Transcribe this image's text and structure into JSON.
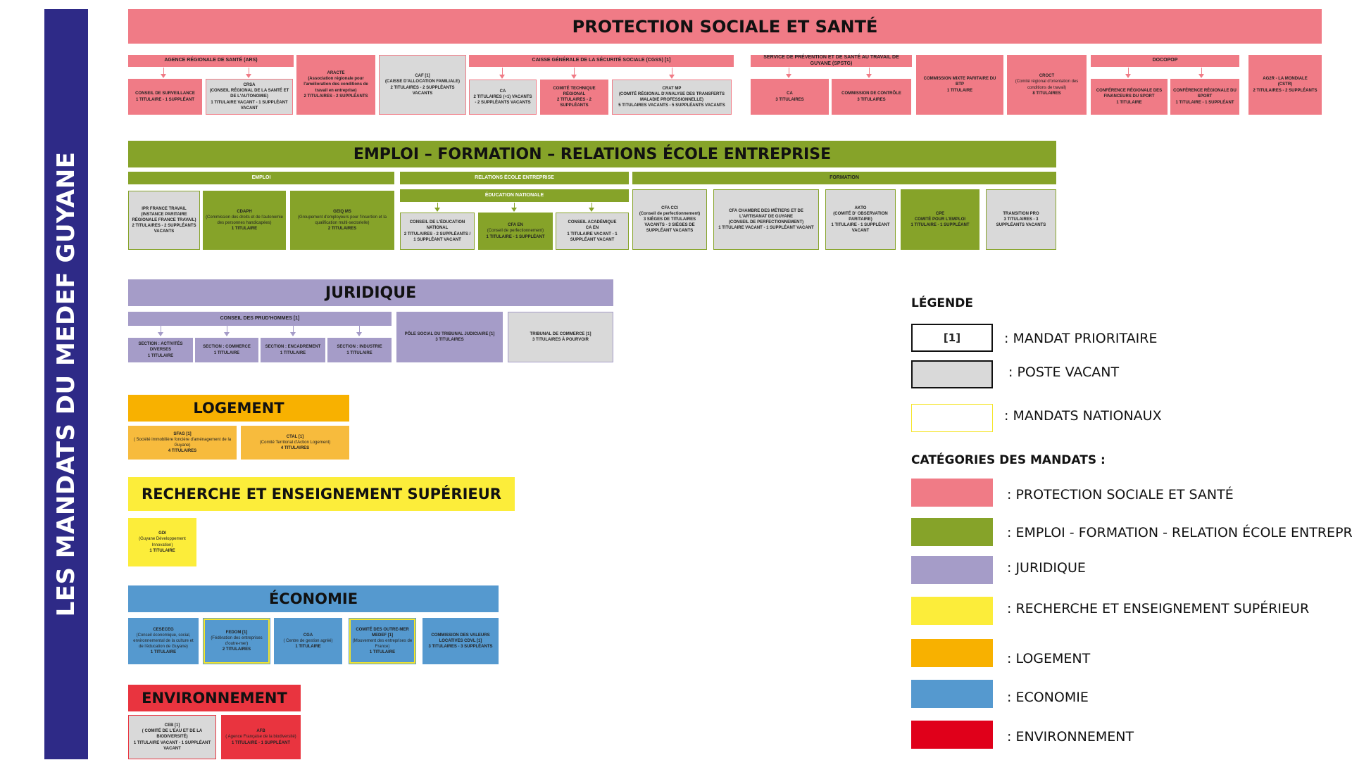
{
  "page_title": "LES MANDATS DU MEDEF GUYANE",
  "sections": {
    "protection": {
      "title": "PROTECTION SOCIALE ET SANTÉ",
      "groups": {
        "ars": "AGENCE RÉGIONALE DE SANTÉ (ARS)",
        "cgss": "CAISSE GÉNÉRALE DE LA SÉCURITÉ SOCIALE (CGSS) [1]",
        "spsti": "SERVICE DE PRÉVENTION ET DE SANTÉ AU TRAVAIL DE GUYANE (SPSTG)",
        "docopop": "DOCOPOP"
      },
      "boxes": {
        "cs": {
          "name": "CONSEIL DE SURVEILLANCE",
          "count": "1 TITULAIRE - 1 SUPPLÉANT"
        },
        "crsa": {
          "name": "CRSA",
          "desc": "(CONSEIL RÉGIONAL DE LA SANTÉ ET DE L'AUTONOMIE)",
          "count": "1 TITULAIRE VACANT - 1 SUPPLÉANT VACANT"
        },
        "aracte": {
          "name": "ARACTE",
          "desc": "(Association régionale pour l'amélioration des conditions de travail en entreprise)",
          "count": "2 TITULAIRES - 2 SUPPLÉANTS"
        },
        "caf": {
          "name": "CAF [1]",
          "desc": "(CAISSE D'ALLOCATION FAMILIALE)",
          "count": "2 TITULAIRES - 2 SUPPLÉANTS VACANTS"
        },
        "ca_cgss": {
          "name": "CA",
          "count": "2 TITULAIRES (+1) VACANTS - 2 SUPPLÉANTS VACANTS"
        },
        "ctr": {
          "name": "COMITÉ TECHNIQUE RÉGIONAL",
          "count": "2 TITULAIRES - 2 SUPPLÉANTS"
        },
        "cratmp": {
          "name": "CRAT MP",
          "desc": "(COMITÉ RÉGIONAL D'ANALYSE DES TRANSFERTS MALADIE PROFESSIONNELLE)",
          "count": "5 TITULAIRES VACANTS - 5 SUPPLÉANTS VACANTS"
        },
        "ca_spst": {
          "name": "CA",
          "count": "3 TITULAIRES"
        },
        "cc": {
          "name": "COMMISSION DE CONTRÔLE",
          "count": "3 TITULAIRES"
        },
        "cmp": {
          "name": "COMMISSION MIXTE PARITAIRE DU BTP",
          "count": "1 TITULAIRE"
        },
        "croct": {
          "name": "CROCT",
          "desc": "(Comité régional d'orientation des conditions de travail)",
          "count": "8 TITULAIRES"
        },
        "crfs": {
          "name": "CONFÉRENCE RÉGIONALE DES FINANCEURS DU SPORT",
          "count": "1 TITULAIRE"
        },
        "crds": {
          "name": "CONFÉRENCE RÉGIONALE DU SPORT",
          "count": "1 TITULAIRE - 1 SUPPLÉANT"
        },
        "agir": {
          "name": "AG2R - LA MONDIALE",
          "desc": "(CSTR)",
          "count": "2 TITULAIRES - 2 SUPPLÉANTS"
        }
      }
    },
    "emploi": {
      "title": "EMPLOI – FORMATION – RELATIONS ÉCOLE ENTREPRISE",
      "groups": {
        "emploi": "EMPLOI",
        "ree": "RELATIONS ÉCOLE ENTREPRISE",
        "formation": "FORMATION",
        "edu": "ÉDUCATION NATIONALE"
      },
      "boxes": {
        "ipr": {
          "name": "IPR FRANCE TRAVAIL",
          "desc": "(INSTANCE PARITAIRE RÉGIONALE FRANCE TRAVAIL)",
          "count": "2 TITULAIRES - 2 SUPPLÉANTS VACANTS"
        },
        "cdaph": {
          "name": "CDAPH",
          "desc": "(Commission des droits et de l'autonomie des personnes handicapées)",
          "count": "1 TITULAIRE"
        },
        "geiq": {
          "name": "GEIQ MS",
          "desc": "(Groupement d'employeurs pour l'insertion et la qualification multi-sectorielle)",
          "count": "2 TITULAIRES"
        },
        "cen": {
          "name": "CONSEIL DE L'ÉDUCATION NATIONAL",
          "count": "2 TITULAIRES - 2 SUPPLÉANTS / 1 SUPPLÉANT VACANT"
        },
        "cfaen": {
          "name": "CFA EN",
          "desc": "(Conseil de perfectionnement)",
          "count": "1 TITULAIRE - 1 SUPPLÉANT"
        },
        "cacad": {
          "name": "CONSEIL ACADÉMIQUE",
          "desc": "CA EN",
          "count": "1 TITULAIRE VACANT - 1 SUPPLÉANT VACANT"
        },
        "cfacci": {
          "name": "CFA CCI",
          "desc": "(Conseil de perfectionnement)",
          "count": "3 SIÈGES DE TITULAIRES VACANTS - 3 SIÈGES DE SUPPLÉANT VACANTS"
        },
        "cfacma": {
          "name": "CFA CHAMBRE DES MÉTIERS ET DE L'ARTISANAT DE GUYANE",
          "desc": "(CONSEIL DE PERFECTIONNEMENT)",
          "count": "1 TITULAIRE VACANT - 1 SUPPLÉANT VACANT"
        },
        "akto": {
          "name": "AKTO",
          "desc": "(COMITÉ D' OBSERVATION PARITAIRE)",
          "count": "1 TITULAIRE - 1 SUPPLÉANT VACANT"
        },
        "cpe": {
          "name": "CPE",
          "desc": "COMITÉ POUR L'EMPLOI",
          "count": "1 TITULAIRE - 1 SUPPLÉANT"
        },
        "tpro": {
          "name": "TRANSITION PRO",
          "count": "3 TITULAIRES - 3 SUPPLÉANTS VACANTS"
        }
      }
    },
    "juridique": {
      "title": "JURIDIQUE",
      "groups": {
        "cph": "CONSEIL DES PRUD'HOMMES [1]"
      },
      "boxes": {
        "sad": {
          "name": "SECTION : ACTIVITÉS DIVERSES",
          "count": "1 TITULAIRE"
        },
        "scom": {
          "name": "SECTION : COMMERCE",
          "count": "1 TITULAIRE"
        },
        "senc": {
          "name": "SECTION : ENCADREMENT",
          "count": "1 TITULAIRE"
        },
        "sind": {
          "name": "SECTION : INDUSTRIE",
          "count": "1 TITULAIRE"
        },
        "psj": {
          "name": "PÔLE SOCIAL DU TRIBUNAL JUDICIAIRE [1]",
          "count": "3 TITULAIRES"
        },
        "tc": {
          "name": "TRIBUNAL DE COMMERCE [1]",
          "count": "3 TITULAIRES À POURVOIR"
        }
      }
    },
    "logement": {
      "title": "LOGEMENT",
      "boxes": {
        "sfag": {
          "name": "SFAG [1]",
          "desc": "( Société immobilière foncière d'aménagement de la Guyane)",
          "count": "4 TITULAIRES"
        },
        "ctal": {
          "name": "CTAL [1]",
          "desc": "(Comité Territorial d'Action Logement)",
          "count": "4 TITULAIRES"
        }
      }
    },
    "recherche": {
      "title": "RECHERCHE ET ENSEIGNEMENT SUPÉRIEUR",
      "boxes": {
        "gdi": {
          "name": "GDI",
          "desc": "(Guyane Développement Innovation)",
          "count": "1 TITULAIRE"
        }
      }
    },
    "economie": {
      "title": "ÉCONOMIE",
      "boxes": {
        "ceseceg": {
          "name": "CESECEG",
          "desc": "(Conseil économique, social, environnemental de la culture et de l'éducation de Guyane)",
          "count": "1 TITULAIRE"
        },
        "fedom": {
          "name": "FEDOM [1]",
          "desc": "(Fédération des entreprises d'outre-mer)",
          "count": "2 TITULAIRES"
        },
        "cga": {
          "name": "CGA",
          "desc": "( Centre de gestion agréé)",
          "count": "1 TITULAIRE"
        },
        "cdom": {
          "name": "COMITÉ DES OUTRE-MER MEDEF [1]",
          "desc": "(Mouvement des entreprises de France)",
          "count": "1 TITULAIRE"
        },
        "cvl": {
          "name": "COMMISSION DES VALEURS LOCATIVES CDVL [1]",
          "count": "3 TITULAIRES - 3 SUPPLÉANTS"
        }
      }
    },
    "environnement": {
      "title": "ENVIRONNEMENT",
      "boxes": {
        "ceb": {
          "name": "CEB [1]",
          "desc": "( COMITÉ DE L'EAU ET DE LA BIODIVERSITÉ)",
          "count": "1 TITULAIRE VACANT - 1 SUPPLÉANT VACANT"
        },
        "afb": {
          "name": "AFB",
          "desc": "( Agence Française de la biodiversité)",
          "count": "1 TITULAIRE - 1 SUPPLÉANT"
        }
      }
    }
  },
  "legend": {
    "title": "LÉGENDE",
    "priority_marker": "[1]",
    "items": [
      {
        "label": ": MANDAT PRIORITAIRE"
      },
      {
        "label": ": POSTE VACANT"
      },
      {
        "label": ": MANDATS NATIONAUX"
      }
    ],
    "categories_title": "CATÉGORIES DES MANDATS :",
    "categories": [
      {
        "label": ": PROTECTION SOCIALE ET SANTÉ",
        "color": "#f07b86"
      },
      {
        "label": ": EMPLOI - FORMATION - RELATION ÉCOLE ENTREPRISE",
        "color": "#86a329"
      },
      {
        "label": ": JURIDIQUE",
        "color": "#a59cc8"
      },
      {
        "label": ": RECHERCHE ET ENSEIGNEMENT SUPÉRIEUR",
        "color": "#fced3a"
      },
      {
        "label": ": LOGEMENT",
        "color": "#f8b100"
      },
      {
        "label": ": ECONOMIE",
        "color": "#5599cf"
      },
      {
        "label": ": ENVIRONNEMENT",
        "color": "#e0001a"
      }
    ]
  }
}
